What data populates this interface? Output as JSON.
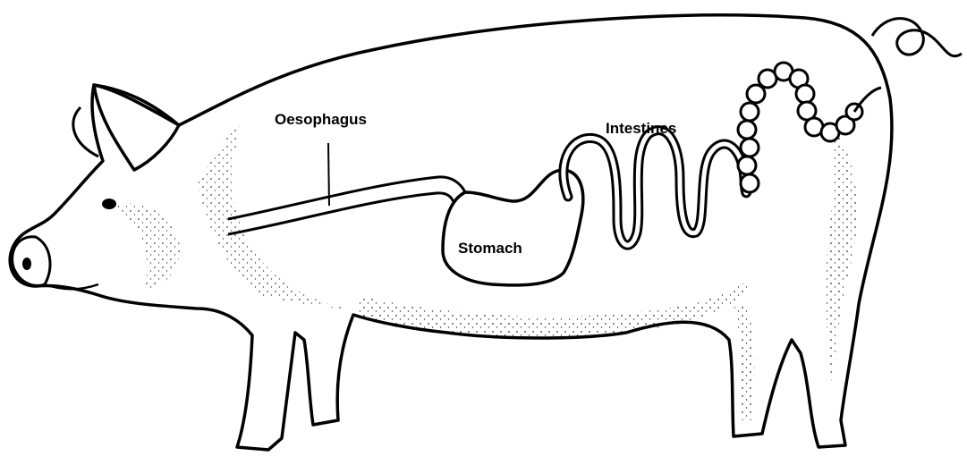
{
  "diagram": {
    "subject": "pig digestive system",
    "labels": {
      "oesophagus": "Oesophagus",
      "stomach": "Stomach",
      "intestines": "Intestines"
    },
    "colors": {
      "ink": "#000000",
      "background": "#ffffff"
    }
  }
}
